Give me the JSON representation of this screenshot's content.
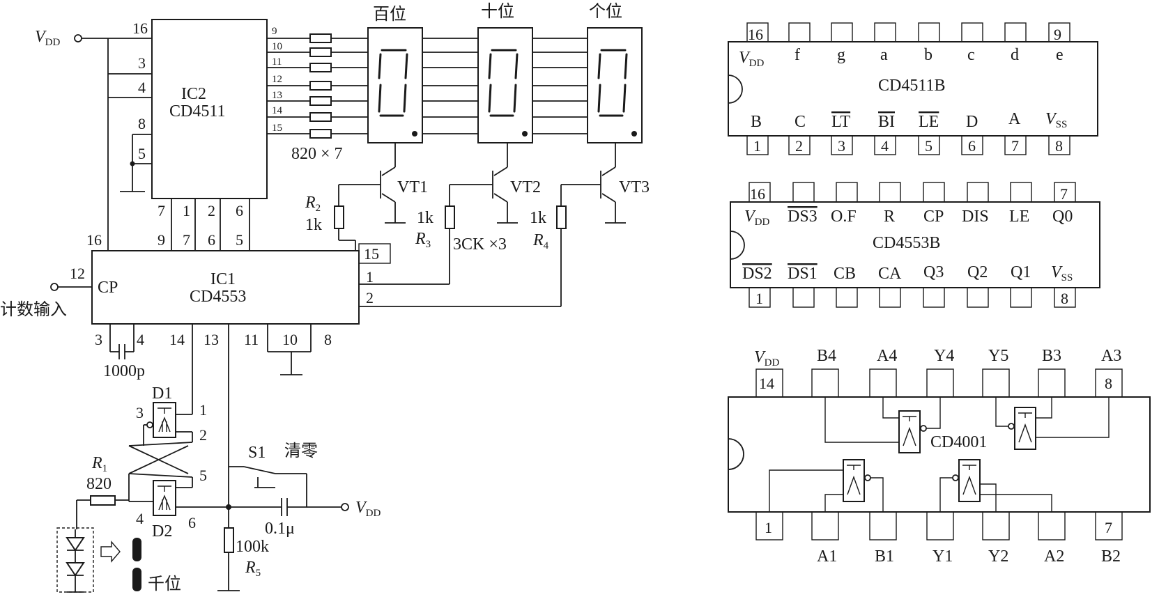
{
  "left_circuit": {
    "vdd_label": "V",
    "vdd_sub": "DD",
    "ic2": {
      "name": "IC2",
      "part": "CD4511",
      "left_pins": [
        "16",
        "3",
        "4",
        "8",
        "5"
      ],
      "right_pins": [
        "9",
        "10",
        "11",
        "12",
        "13",
        "14",
        "15"
      ],
      "bottom_pins": [
        "7",
        "1",
        "2",
        "6"
      ]
    },
    "resistor_array": "820 × 7",
    "digits": [
      "百位",
      "十位",
      "个位"
    ],
    "transistors": [
      "VT1",
      "VT2",
      "VT3"
    ],
    "transistor_type": "3CK ×3",
    "r2": {
      "name": "R",
      "sub": "2",
      "value": "1k"
    },
    "r3": {
      "name": "R",
      "sub": "3",
      "value": "1k"
    },
    "r4": {
      "name": "R",
      "sub": "4",
      "value": "1k"
    },
    "ic1": {
      "name": "IC1",
      "part": "CD4553",
      "cp": "CP",
      "top_pins": [
        "16",
        "9",
        "7",
        "6",
        "5",
        "15"
      ],
      "left_pin": "12",
      "right_pins": [
        "1",
        "2"
      ],
      "bottom_pins": [
        "3",
        "4",
        "14",
        "13",
        "11",
        "10",
        "8"
      ]
    },
    "count_input": "计数输入",
    "cap1": "1000p",
    "d1": {
      "name": "D1",
      "pins": [
        "3",
        "1",
        "2"
      ]
    },
    "d2": {
      "name": "D2",
      "pins": [
        "5",
        "4",
        "6"
      ]
    },
    "r1": {
      "name": "R",
      "sub": "1",
      "value": "820"
    },
    "s1": {
      "name": "S1",
      "function": "清零"
    },
    "cap2": "0.1μ",
    "r5": {
      "name": "R",
      "sub": "5",
      "value": "100k"
    },
    "thousands": "千位"
  },
  "cd4511b": {
    "part": "CD4511B",
    "top_pin_first": "16",
    "top_pin_last": "9",
    "top_labels": [
      "V",
      "f",
      "g",
      "a",
      "b",
      "c",
      "d",
      "e"
    ],
    "bottom_labels": [
      "B",
      "C",
      "LT",
      "BI",
      "LE",
      "D",
      "A",
      "V"
    ],
    "overlined": [
      "LT",
      "BI",
      "LE"
    ],
    "bottom_pins": [
      "1",
      "2",
      "3",
      "4",
      "5",
      "6",
      "7",
      "8"
    ]
  },
  "cd4553b": {
    "part": "CD4553B",
    "top_pin_first": "16",
    "top_pin_last": "7",
    "top_labels": [
      "V",
      "DS3",
      "O.F",
      "R",
      "CP",
      "DIS",
      "LE",
      "Q0"
    ],
    "bottom_labels": [
      "DS2",
      "DS1",
      "CB",
      "CA",
      "Q3",
      "Q2",
      "Q1",
      "V"
    ],
    "bottom_pin_first": "1",
    "bottom_pin_last": "8"
  },
  "cd4001": {
    "part": "CD4001",
    "top_labels": [
      "V",
      "B4",
      "A4",
      "Y4",
      "Y5",
      "B3",
      "A3"
    ],
    "top_pin_first": "14",
    "top_pin_last": "8",
    "bottom_labels": [
      "A1",
      "B1",
      "Y1",
      "Y2",
      "A2",
      "B2"
    ],
    "bottom_pin_first": "1",
    "bottom_pin_last": "7"
  },
  "subs": {
    "dd": "DD",
    "ss": "SS"
  }
}
